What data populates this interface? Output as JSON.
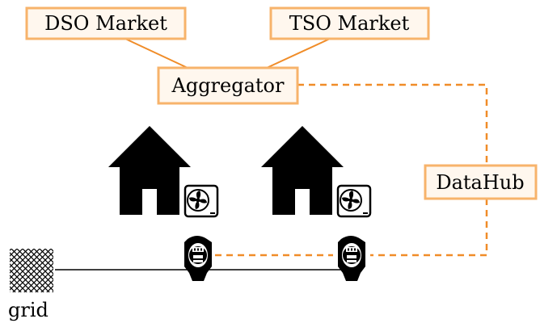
{
  "markets": {
    "dso_label": "DSO Market",
    "tso_label": "TSO Market"
  },
  "aggregator_label": "Aggregator",
  "datahub_label": "DataHub",
  "grid_label": "grid",
  "colors": {
    "box_border": "#f7b36b",
    "box_fill": "#fff7ee",
    "link": "#f08c28",
    "power_line": "#000000"
  },
  "icons": {
    "house": "house-icon",
    "heat_pump": "heat-pump-fan-icon",
    "meter": "smart-meter-icon",
    "grid": "grid-hatch-icon"
  }
}
